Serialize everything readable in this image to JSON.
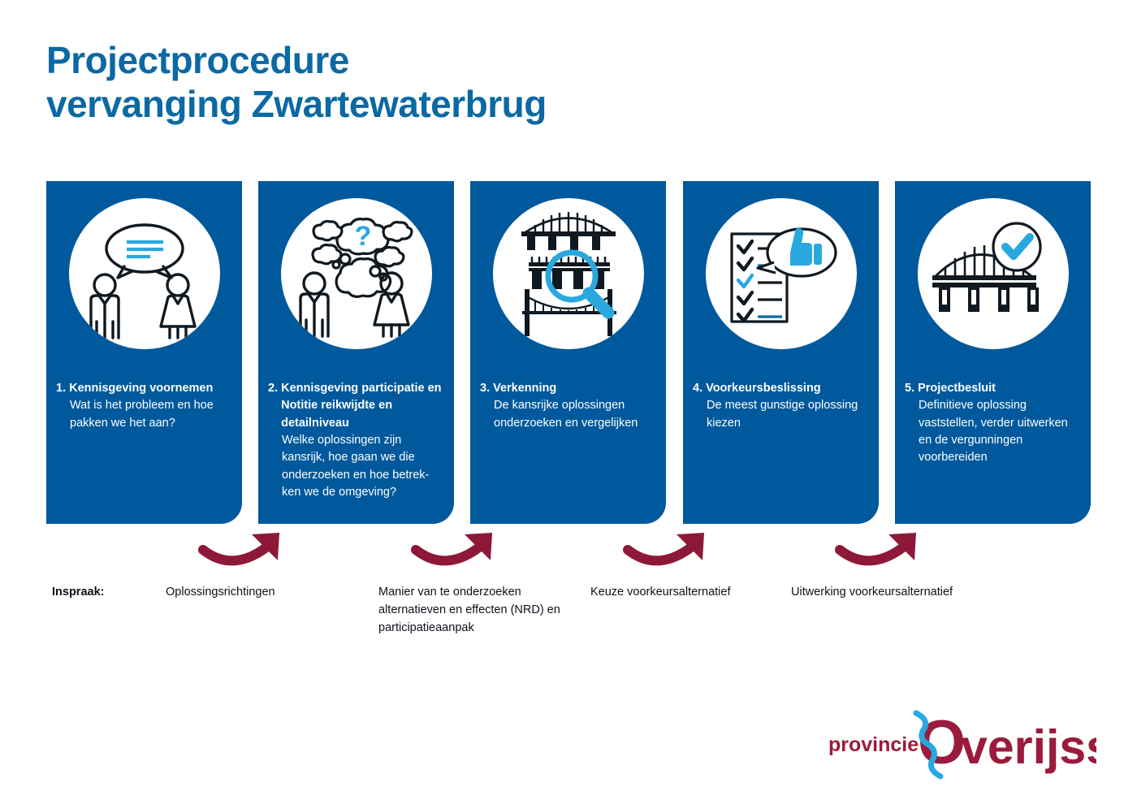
{
  "title": {
    "line1": "Projectprocedure",
    "line2": "vervanging Zwartewaterbrug"
  },
  "colors": {
    "title_blue": "#0b69a3",
    "card_blue": "#00599c",
    "accent_cyan": "#29a8e0",
    "arrow_red": "#8e1838",
    "logo_red": "#9b1b3c",
    "text_white": "#ffffff"
  },
  "steps": [
    {
      "number": "1.",
      "title": "Kennisgeving voornemen",
      "description": "Wat is het probleem\nen hoe pakken we het aan?",
      "icon": "two-people-speech-bubble-icon"
    },
    {
      "number": "2.",
      "title": "Kennisgeving participatie en Notitie reikwijdte en detailniveau",
      "description": "Welke oplossingen zijn kansrijk, hoe gaan we die onderzoeken en hoe betrek-ken we de omgeving?",
      "icon": "two-people-thought-clouds-question-icon"
    },
    {
      "number": "3.",
      "title": "Verkenning",
      "description": "De kansrijke oplossingen\nonderzoeken en vergelijken",
      "icon": "bridges-magnifier-icon"
    },
    {
      "number": "4.",
      "title": "Voorkeursbeslissing",
      "description": "De meest gunstige oplossing\nkiezen",
      "icon": "checklist-thumbs-up-icon"
    },
    {
      "number": "5.",
      "title": "Projectbesluit",
      "description": "Definitieve oplossing vaststellen, verder uitwerken en de vergunningen voorbereiden",
      "icon": "bridge-checkmark-icon"
    }
  ],
  "inspraak": {
    "label": "Inspraak:",
    "items": [
      "Oplossingsrichtingen",
      "Manier van te onderzoeken alternatieven en effecten (NRD) en participatieaanpak",
      "Keuze voorkeursalternatief",
      "Uitwerking voorkeursalternatief"
    ]
  },
  "logo": {
    "word1": "provincie",
    "word2": "verijssel",
    "initial": "O"
  }
}
